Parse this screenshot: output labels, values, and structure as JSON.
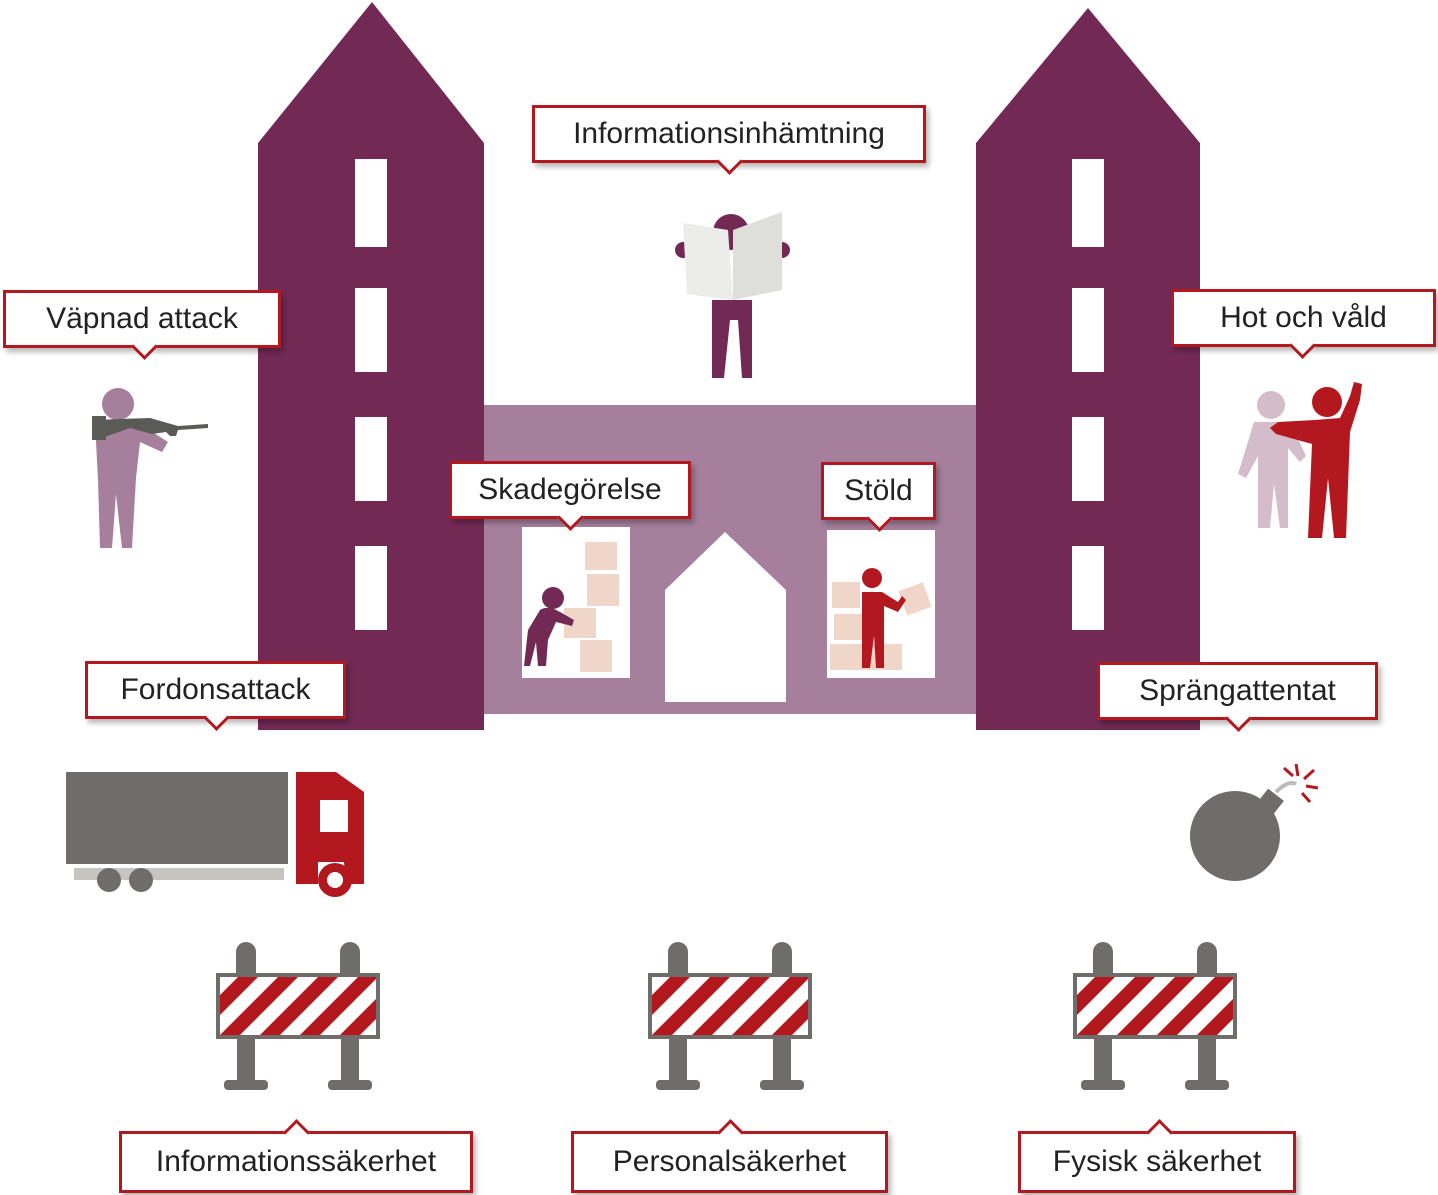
{
  "threats": {
    "information_gathering": "Informationsinhämtning",
    "armed_attack": "Väpnad attack",
    "threats_violence": "Hot och våld",
    "vandalism": "Skadegörelse",
    "theft": "Stöld",
    "vehicle_attack": "Fordonsattack",
    "bombing": "Sprängattentat"
  },
  "protections": {
    "information_security": "Informationssäkerhet",
    "personnel_security": "Personalsäkerhet",
    "physical_security": "Fysisk säkerhet"
  },
  "colors": {
    "building": "#722a55",
    "building_light": "#a57f9c",
    "accent_red": "#b3181f",
    "grey": "#6e6d69",
    "box_beige": "#f0d6c9"
  }
}
